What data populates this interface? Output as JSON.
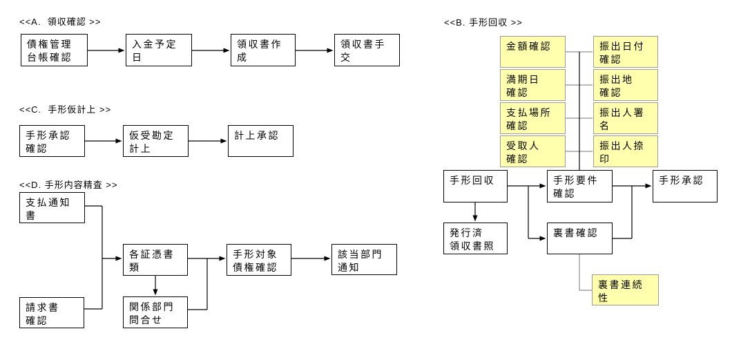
{
  "colors": {
    "background": "#ffffff",
    "box_fill": "#ffffff",
    "box_border": "#000000",
    "check_fill": "#ffffad",
    "check_border": "#9a9a9a",
    "connector": "#000000",
    "connector_gray": "#8f8f8f",
    "text": "#000000"
  },
  "a": {
    "title": "<<A.  領収確認 >>",
    "steps": [
      "債権管理\n台帳確認",
      "入金予定\n日",
      "領収書作\n成",
      "領収書手\n交"
    ]
  },
  "b": {
    "title": "<<B. 手形回収 >>",
    "checks_left": [
      "金額確認",
      "満期日\n確認",
      "支払場所\n確認",
      "受取人\n確認"
    ],
    "checks_right": [
      "振出日付\n確認",
      "振出地\n確認",
      "振出人署\n名",
      "振出人捺\n印"
    ],
    "flow": {
      "collection": "手形回収",
      "issued_receipt": "発行済\n領収書照",
      "requirements_check": "手形要件\n確認",
      "endorsement_check": "裏書確認",
      "approval": "手形承認"
    },
    "note": "裏書連続\n性"
  },
  "c": {
    "title": "<<C.  手形仮計上 >>",
    "steps": [
      "手形承認\n確認",
      "仮受勘定\n計上",
      "計上承認"
    ]
  },
  "d": {
    "title": "<<D. 手形内容精査 >>",
    "boxes": [
      "支払通知\n書",
      "請求書\n確認",
      "各証憑書\n類",
      "関係部門\n問合せ",
      "手形対象\n債権確認",
      "該当部門\n通知"
    ]
  }
}
